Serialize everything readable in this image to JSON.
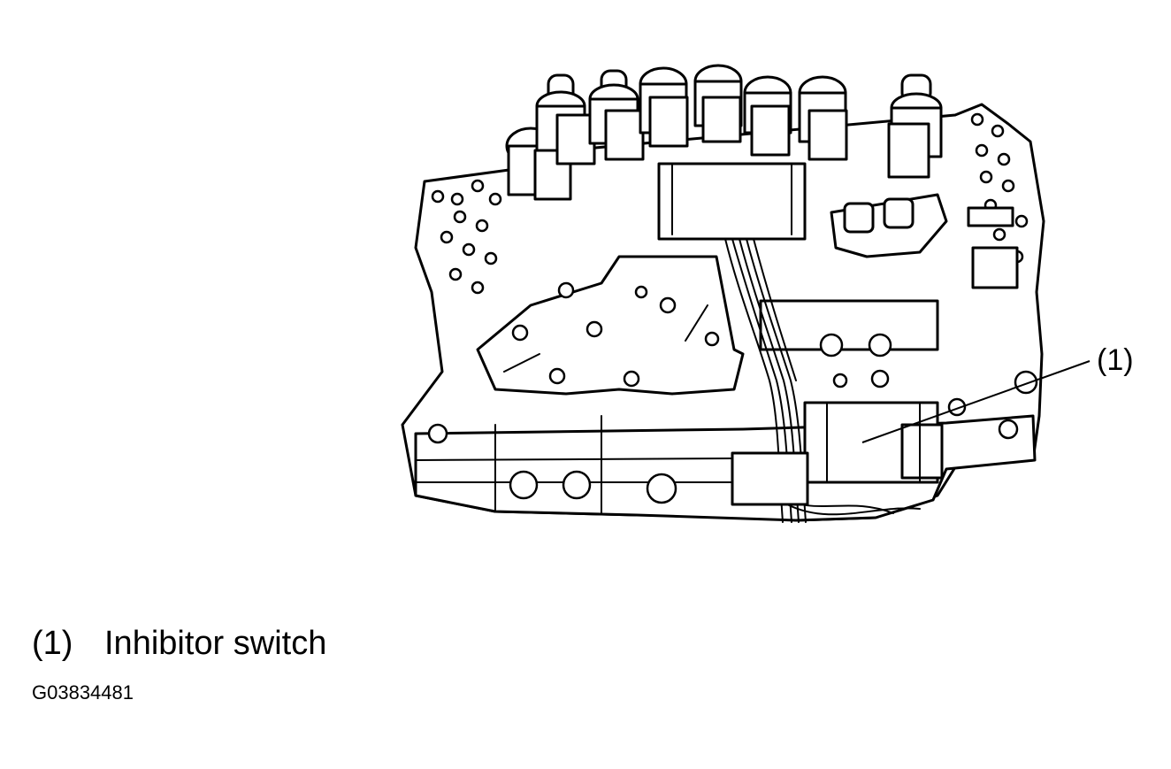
{
  "callout": {
    "number": "(1)"
  },
  "legend": [
    {
      "number": "(1)",
      "label": "Inhibitor switch"
    }
  ],
  "figure_id": "G03834481"
}
